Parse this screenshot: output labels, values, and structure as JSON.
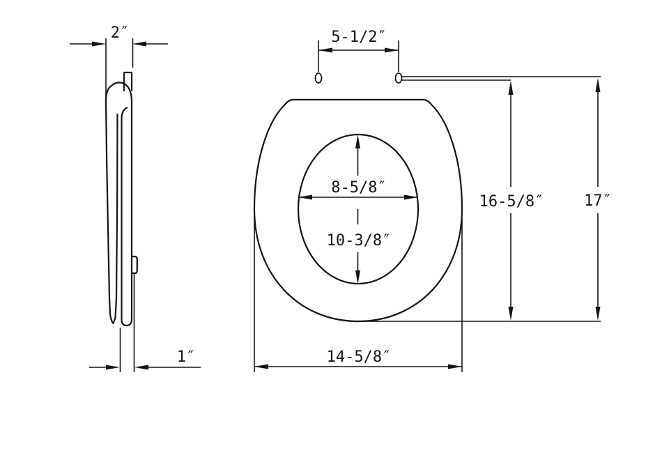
{
  "drawing": {
    "background": "#ffffff",
    "line_color": "#141414",
    "side_view": {
      "top_width_label": "2″",
      "bottom_thickness_label": "1″"
    },
    "top_view": {
      "bolt_spacing_label": "5-1/2″",
      "opening_width_label": "8-5/8″",
      "opening_depth_label": "10-3/8″",
      "hinge_to_front_label": "16-5/8″",
      "overall_length_label": "17″",
      "seat_width_label": "14-5/8″"
    }
  }
}
